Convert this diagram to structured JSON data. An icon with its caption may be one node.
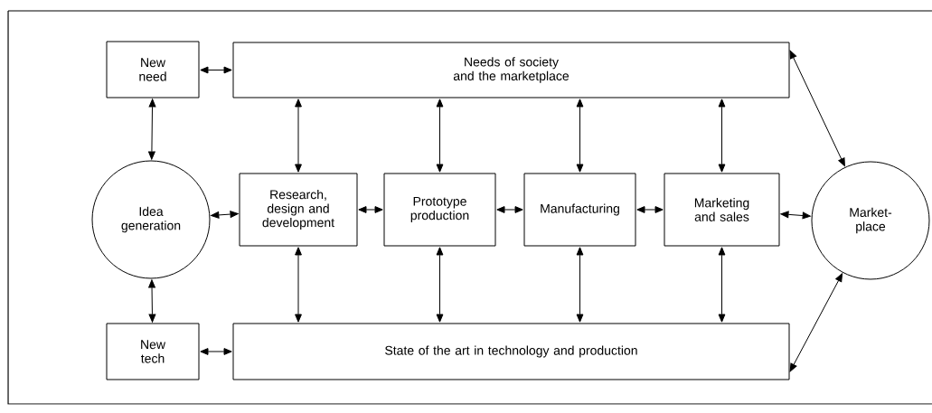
{
  "diagram": {
    "nodes": [
      {
        "text": [
          "New need"
        ]
      },
      {
        "text": [
          "Needs of society and the marketplace"
        ]
      },
      {
        "text": [
          "Idea generation"
        ]
      },
      {
        "text": [
          "Research, design and development"
        ]
      },
      {
        "text": [
          "Prototype production"
        ]
      },
      {
        "text": [
          "Manufacturing"
        ]
      },
      {
        "text": [
          "Marketing and sales"
        ]
      },
      {
        "text": [
          "Market-place"
        ]
      },
      {
        "text": [
          "New tech"
        ]
      },
      {
        "text": [
          "State of the art in technology and production"
        ]
      }
    ],
    "edges": [
      {
        "from": 0,
        "to": 1,
        "arrow": "both"
      },
      {
        "from": 0,
        "to": 2,
        "arrow": "both"
      },
      {
        "from": 2,
        "to": 8,
        "arrow": "both"
      },
      {
        "from": 8,
        "to": 9,
        "arrow": "both"
      },
      {
        "from": 1,
        "to": 3,
        "arrow": "both"
      },
      {
        "from": 1,
        "to": 4,
        "arrow": "both"
      },
      {
        "from": 1,
        "to": 5,
        "arrow": "both"
      },
      {
        "from": 1,
        "to": 6,
        "arrow": "both"
      },
      {
        "from": 3,
        "to": 9,
        "arrow": "both"
      },
      {
        "from": 4,
        "to": 9,
        "arrow": "both"
      },
      {
        "from": 5,
        "to": 9,
        "arrow": "both"
      },
      {
        "from": 6,
        "to": 9,
        "arrow": "both"
      },
      {
        "from": 2,
        "to": 3,
        "arrow": "both"
      },
      {
        "from": 3,
        "to": 4,
        "arrow": "both"
      },
      {
        "from": 4,
        "to": 5,
        "arrow": "both"
      },
      {
        "from": 5,
        "to": 6,
        "arrow": "both"
      },
      {
        "from": 6,
        "to": 7,
        "arrow": "both"
      },
      {
        "from": 1,
        "to": 7,
        "arrow": "both"
      },
      {
        "from": 9,
        "to": 7,
        "arrow": "both"
      }
    ]
  }
}
